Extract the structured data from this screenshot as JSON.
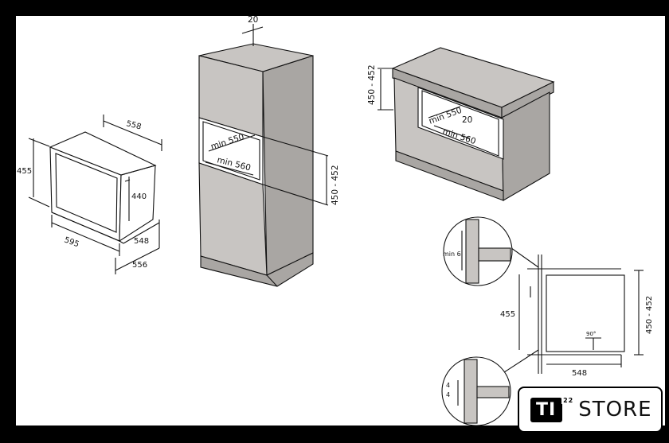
{
  "image": {
    "background": "#000000",
    "panel_color": "#ffffff",
    "cabinet_fill": "#c8c5c2",
    "cabinet_dark": "#a9a6a3",
    "line_color": "#111111"
  },
  "oven": {
    "width": "595",
    "depth": "556",
    "side_depth": "548",
    "top_depth": "558",
    "height": "455",
    "inner_height": "440"
  },
  "tall_unit": {
    "top_gap": "20",
    "opening_width": "min 550",
    "opening_depth": "min 560",
    "opening_height": "450 - 452"
  },
  "undercounter": {
    "clearance": "20",
    "opening_height": "450 - 452",
    "opening_width": "min 550",
    "opening_depth": "min 560"
  },
  "cross_section": {
    "front_height": "455",
    "opening_height": "450 - 452",
    "depth": "548",
    "top_detail": "min 6",
    "bottom_detail_a": "4",
    "bottom_detail_b": "4",
    "small_angle": "90°"
  },
  "brand": {
    "mark": "TI",
    "superscript": "22",
    "word": "STORE"
  }
}
